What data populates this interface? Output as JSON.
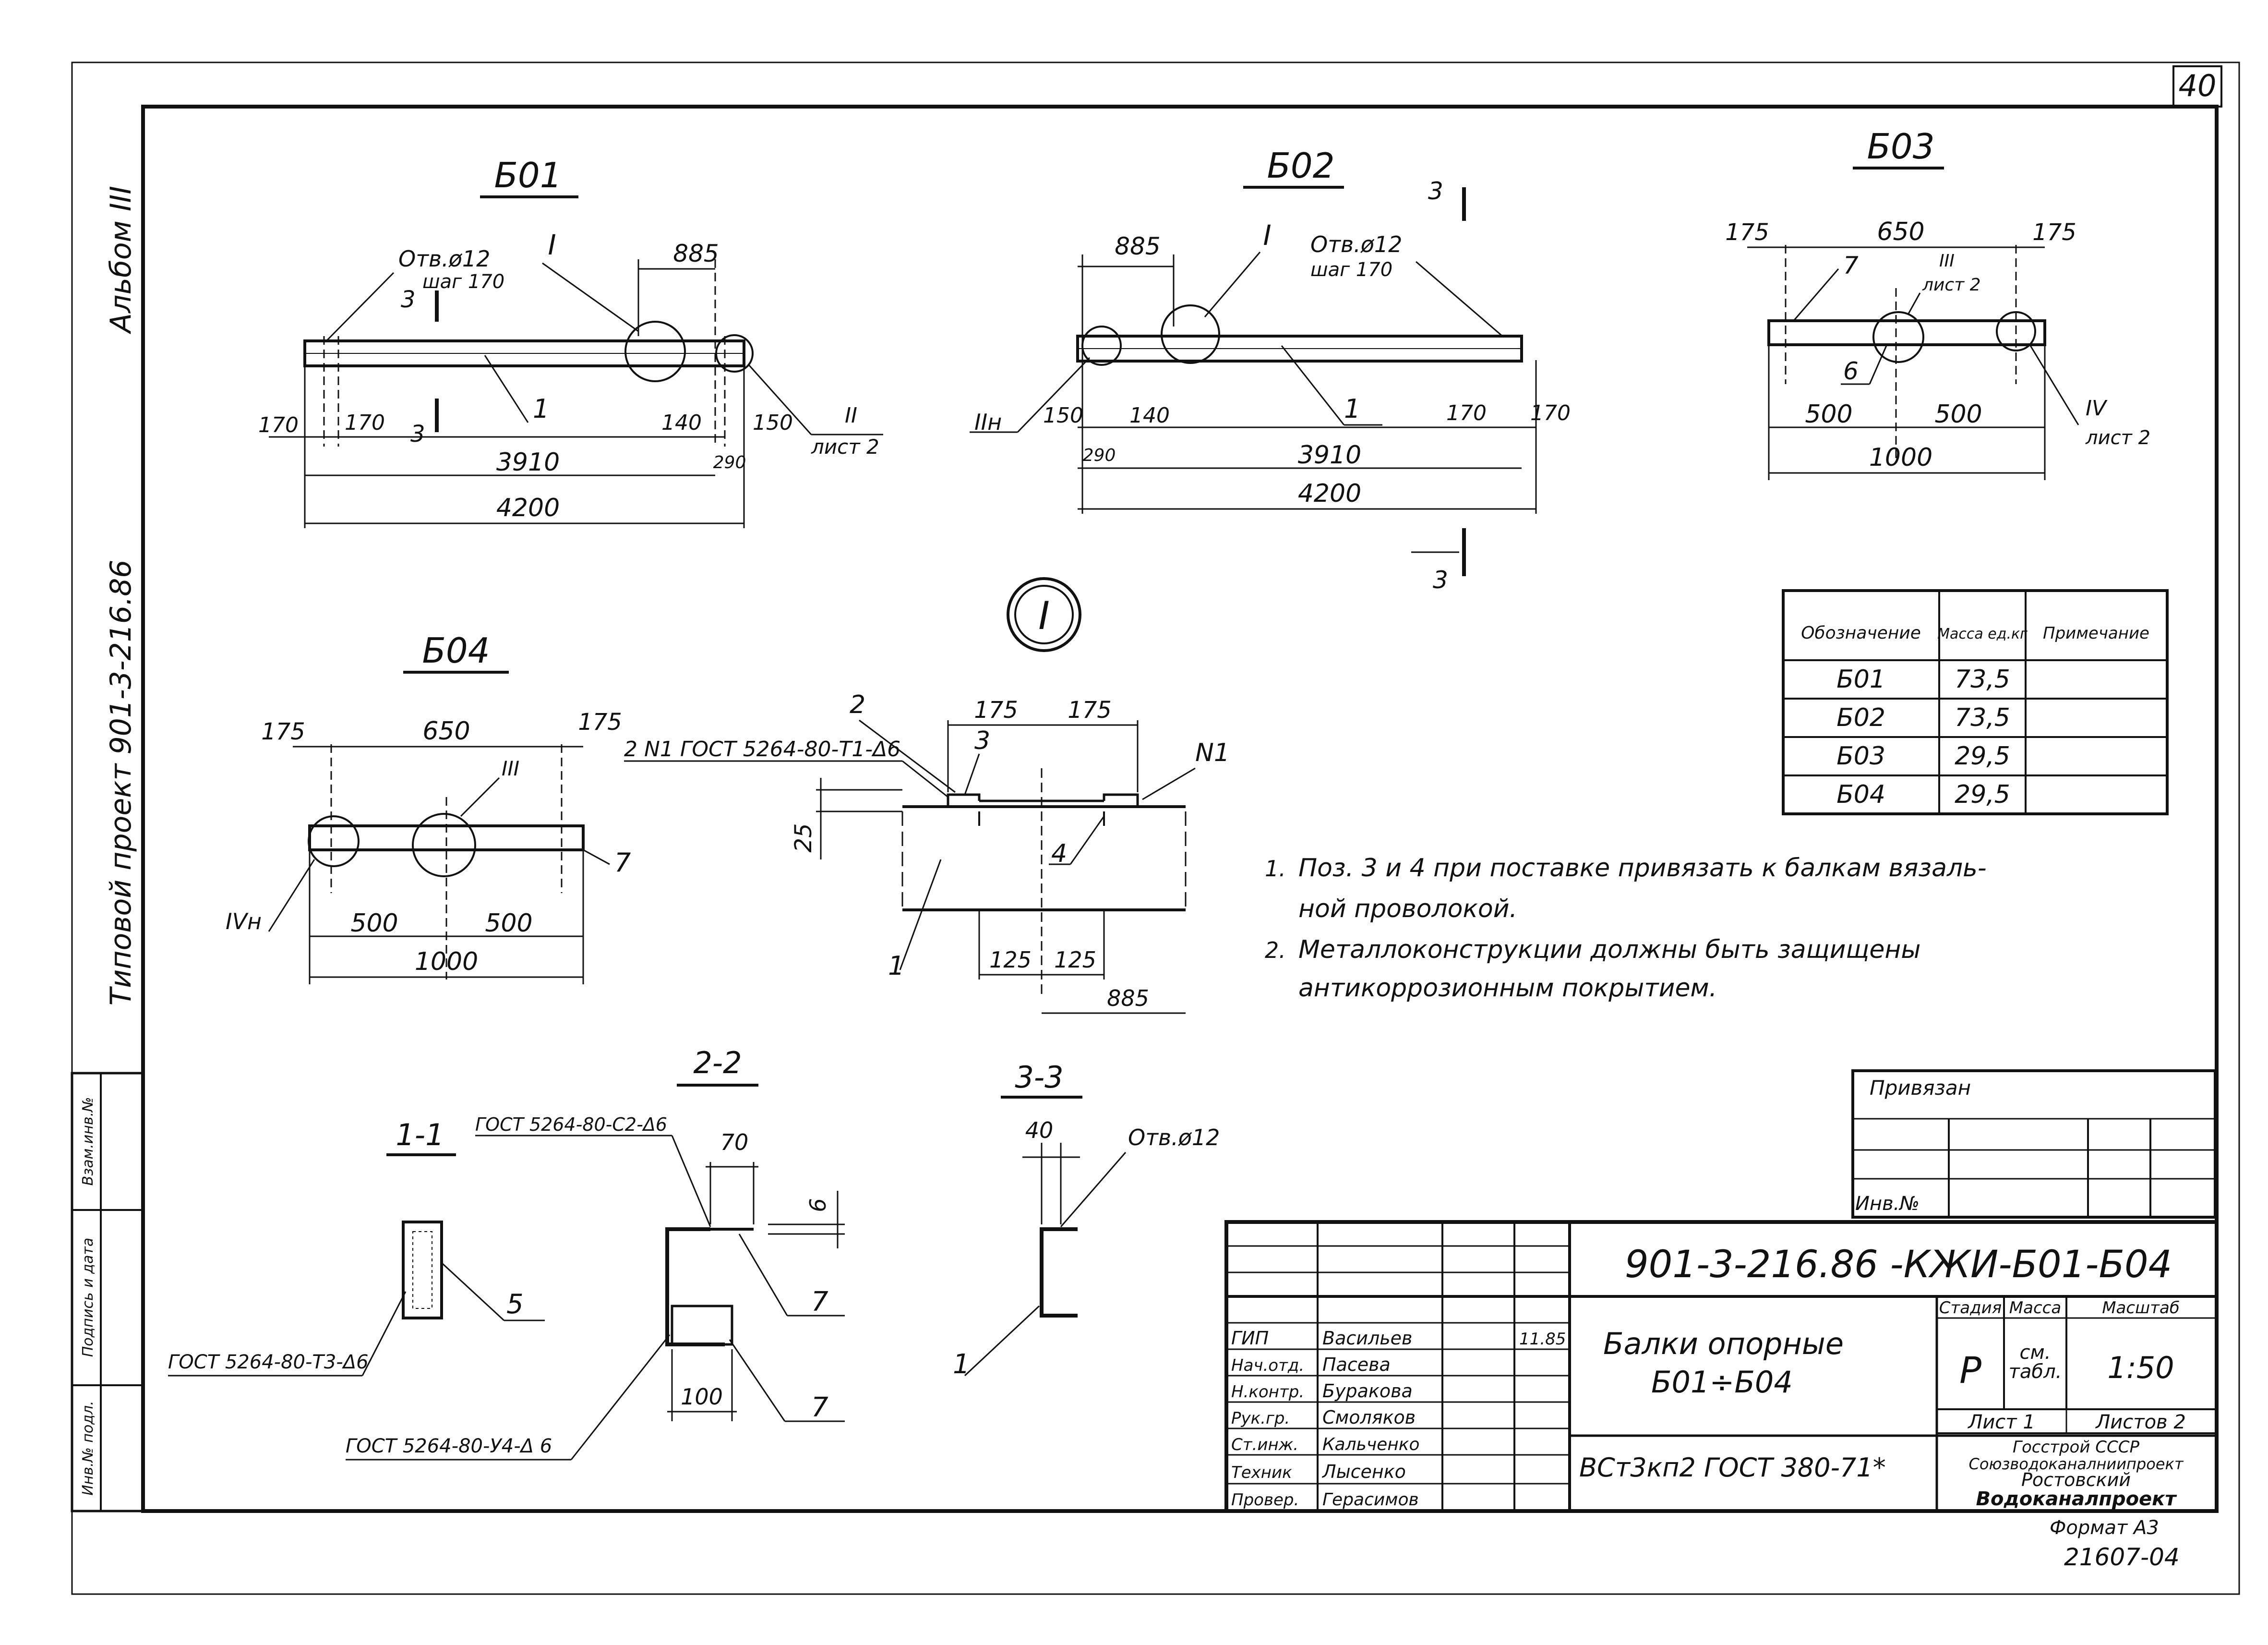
{
  "page_number": "40",
  "side_stamp": {
    "album": "Альбом III",
    "project": "Типовой проект 901-3-216.86"
  },
  "left_table": {
    "c1": "Инв.№ подл.",
    "c2": "Подпись и дата",
    "c3": "Взам.инв.№"
  },
  "views": {
    "b01": {
      "title": "Б01",
      "hole_label": "Отв.ø12",
      "hole_step": "шаг 170",
      "node_I": "I",
      "node_II": "II",
      "sheet_ref": "лист 2",
      "section_mark": "3",
      "part_label": "1",
      "dims": {
        "top": "885",
        "a": "170",
        "b": "170",
        "c": "140",
        "d": "150",
        "e": "290",
        "inner": "3910",
        "total": "4200"
      }
    },
    "b02": {
      "title": "Б02",
      "hole_label": "Отв.ø12",
      "hole_step": "шаг 170",
      "node_I": "I",
      "node_II": "IIн",
      "section_mark": "3",
      "part_label": "1",
      "dims": {
        "top": "885",
        "a": "150",
        "b": "140",
        "c": "290",
        "d": "170",
        "e": "170",
        "inner": "3910",
        "total": "4200"
      }
    },
    "b03": {
      "title": "Б03",
      "node_III": "III",
      "node_III_sheet": "лист 2",
      "node_IV": "IV",
      "node_IV_sheet": "лист 2",
      "p7": "7",
      "p6": "6",
      "dims": {
        "left": "175",
        "mid": "650",
        "right": "175",
        "h1": "500",
        "h2": "500",
        "total": "1000"
      }
    },
    "b04": {
      "title": "Б04",
      "node_III": "III",
      "node_IV": "IVн",
      "p7": "7",
      "dims": {
        "left": "175",
        "mid": "650",
        "right": "175",
        "h1": "500",
        "h2": "500",
        "total": "1000"
      }
    },
    "node1": {
      "marker": "I",
      "p2": "2",
      "p3": "3",
      "p4": "4",
      "p1": "1",
      "n1": "N1",
      "weld": "2 N1 ГОСТ 5264-80-Т1-Δ6",
      "dims": {
        "a": "175",
        "b": "175",
        "h": "25",
        "c": "125",
        "d": "125",
        "e": "885"
      }
    },
    "sec11": {
      "title": "1-1",
      "part": "5",
      "weld": "ГОСТ 5264-80-Т3-Δ6"
    },
    "sec22": {
      "title": "2-2",
      "weld_top": "ГОСТ 5264-80-С2-Δ6",
      "weld_bottom": "ГОСТ 5264-80-У4-Δ 6",
      "w": "70",
      "t": "6",
      "b": "100",
      "p7a": "7",
      "p7b": "7"
    },
    "sec33": {
      "title": "3-3",
      "w": "40",
      "hole": "Отв.ø12",
      "part": "1"
    }
  },
  "mass_table": {
    "headers": [
      "Обозначение",
      "Масса ед.кг",
      "Примечание"
    ],
    "rows": [
      [
        "Б01",
        "73,5",
        ""
      ],
      [
        "Б02",
        "73,5",
        ""
      ],
      [
        "Б03",
        "29,5",
        ""
      ],
      [
        "Б04",
        "29,5",
        ""
      ]
    ]
  },
  "notes": [
    {
      "n": "1.",
      "lines": [
        "Поз. 3 и 4 при поставке привязать к балкам вязаль-",
        "ной проволокой."
      ]
    },
    {
      "n": "2.",
      "lines": [
        "Металлоконструкции должны быть защищены",
        "антикоррозионным покрытием."
      ]
    }
  ],
  "title_block": {
    "privyazan": "Привязан",
    "inv_no": "Инв.№",
    "code": "901-3-216.86 -КЖИ-Б01-Б04",
    "name_line1": "Балки опорные",
    "name_line2": "Б01÷Б04",
    "material": "ВСт3кп2 ГОСТ 380-71*",
    "stage_h": "Стадия",
    "mass_h": "Масса",
    "scale_h": "Масштаб",
    "stage": "Р",
    "mass1": "см.",
    "mass2": "табл.",
    "scale": "1:50",
    "sheet": "Лист 1",
    "sheets": "Листов 2",
    "org1": "Госстрой СССР",
    "org2": "Союзводоканалниипроект",
    "org3": "Ростовский",
    "org4": "Водоканалпроект",
    "staff": [
      {
        "role": "ГИП",
        "name": "Васильев",
        "date": "11.85"
      },
      {
        "role": "Нач.отд.",
        "name": "Пасева",
        "date": ""
      },
      {
        "role": "Н.контр.",
        "name": "Буракова",
        "date": ""
      },
      {
        "role": "Рук.гр.",
        "name": "Смоляков",
        "date": ""
      },
      {
        "role": "Ст.инж.",
        "name": "Кальченко",
        "date": ""
      },
      {
        "role": "Техник",
        "name": "Лысенко",
        "date": ""
      },
      {
        "role": "Провер.",
        "name": "Герасимов",
        "date": ""
      }
    ]
  },
  "format": "Формат А3",
  "archive_no": "21607-04"
}
